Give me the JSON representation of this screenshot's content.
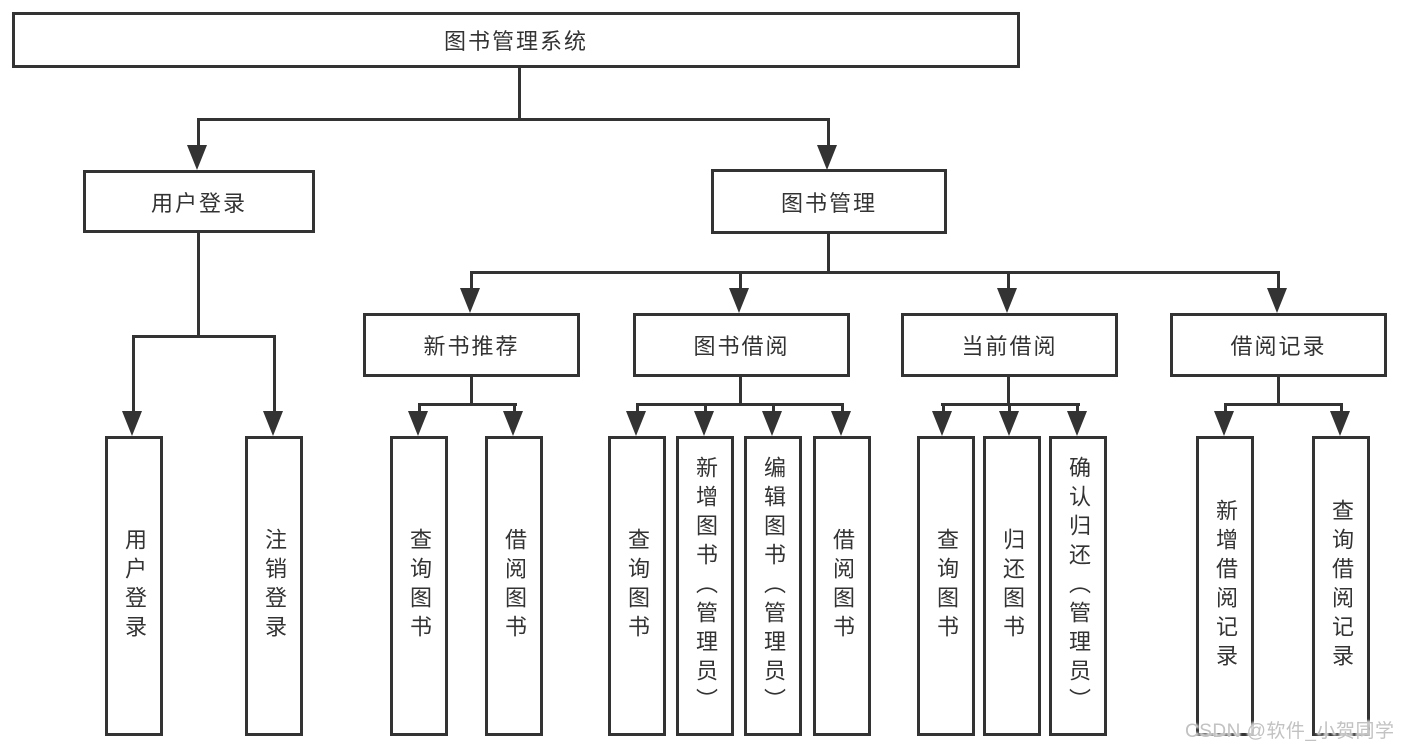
{
  "colors": {
    "line": "#333333",
    "text": "#333333",
    "watermark": "#c2c2c2",
    "background": "#ffffff"
  },
  "watermark": {
    "text": "CSDN @软件_小贺同学"
  },
  "tree": {
    "root": {
      "label": "图书管理系统"
    },
    "children": [
      {
        "label": "用户登录",
        "children": [
          {
            "label": "用户登录"
          },
          {
            "label": "注销登录"
          }
        ]
      },
      {
        "label": "图书管理",
        "children": [
          {
            "label": "新书推荐",
            "children": [
              {
                "label": "查询图书"
              },
              {
                "label": "借阅图书"
              }
            ]
          },
          {
            "label": "图书借阅",
            "children": [
              {
                "label": "查询图书"
              },
              {
                "label": "新增图书（管理员）"
              },
              {
                "label": "编辑图书（管理员）"
              },
              {
                "label": "借阅图书"
              }
            ]
          },
          {
            "label": "当前借阅",
            "children": [
              {
                "label": "查询图书"
              },
              {
                "label": "归还图书"
              },
              {
                "label": "确认归还（管理员）"
              }
            ]
          },
          {
            "label": "借阅记录",
            "children": [
              {
                "label": "新增借阅记录"
              },
              {
                "label": "查询借阅记录"
              }
            ]
          }
        ]
      }
    ]
  }
}
